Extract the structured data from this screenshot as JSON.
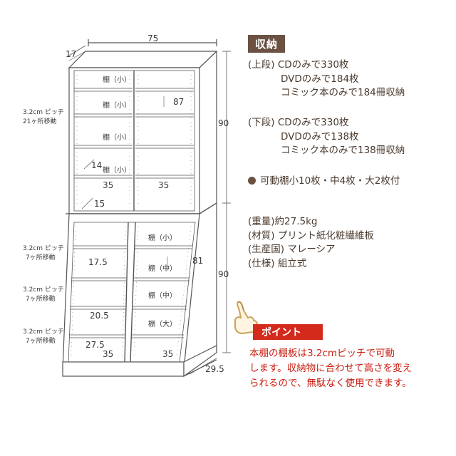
{
  "dimensions": {
    "width": "75",
    "depth_top": "17",
    "height_upper": "90",
    "height_lower": "90",
    "depth_base": "29.5",
    "upper_inner_height": "87",
    "lower_inner_height": "81",
    "col_width_upper_left": "35",
    "col_width_upper_right": "35",
    "col_width_lower_left": "35",
    "col_width_lower_right": "35",
    "upper_depth_shelf": "14",
    "upper_depth_bottom": "15",
    "lower_depth_1": "17.5",
    "lower_depth_2": "20.5",
    "lower_depth_3": "27.5"
  },
  "pitch_labels": [
    {
      "line1": "3.2cm ピッチ",
      "line2": "21ヶ所移動"
    },
    {
      "line1": "3.2cm ピッチ",
      "line2": "7ヶ所移動"
    },
    {
      "line1": "3.2cm ピッチ",
      "line2": "7ヶ所移動"
    },
    {
      "line1": "3.2cm ピッチ",
      "line2": "7ヶ所移動"
    }
  ],
  "shelf_labels": {
    "upper": [
      "棚（小）",
      "棚（小）",
      "棚（小）",
      "棚（小）"
    ],
    "lower": [
      "棚（小）",
      "棚（中）",
      "棚（中）",
      "棚（大）"
    ]
  },
  "storage": {
    "title": "収納",
    "upper_label": "(上段)",
    "upper_lines": [
      "CDのみで330枚",
      "DVDのみで184枚",
      "コミック本のみで184冊収納"
    ],
    "lower_label": "(下段)",
    "lower_lines": [
      "CDのみで330枚",
      "DVDのみで138枚",
      "コミック本のみで138冊収納"
    ],
    "movable": "可動棚小10枚・中4枚・大2枚付"
  },
  "specs": [
    "(重量)約27.5kg",
    "(材質) プリント紙化粧繊維板",
    "(生産国) マレーシア",
    "(仕様) 組立式"
  ],
  "point": {
    "badge": "ポイント",
    "lines": [
      "本棚の棚板は3.2cmピッチで可動",
      "します。収納物に合わせて高さを変え",
      "られるので、無駄なく使用できます。"
    ]
  },
  "colors": {
    "header_brown": "#6b5142",
    "point_red": "#d42a1c",
    "point_text_red": "#c81e10",
    "line_gray": "#555555"
  },
  "icons": [
    "hand-pointing-icon",
    "bullet-dot-icon"
  ]
}
